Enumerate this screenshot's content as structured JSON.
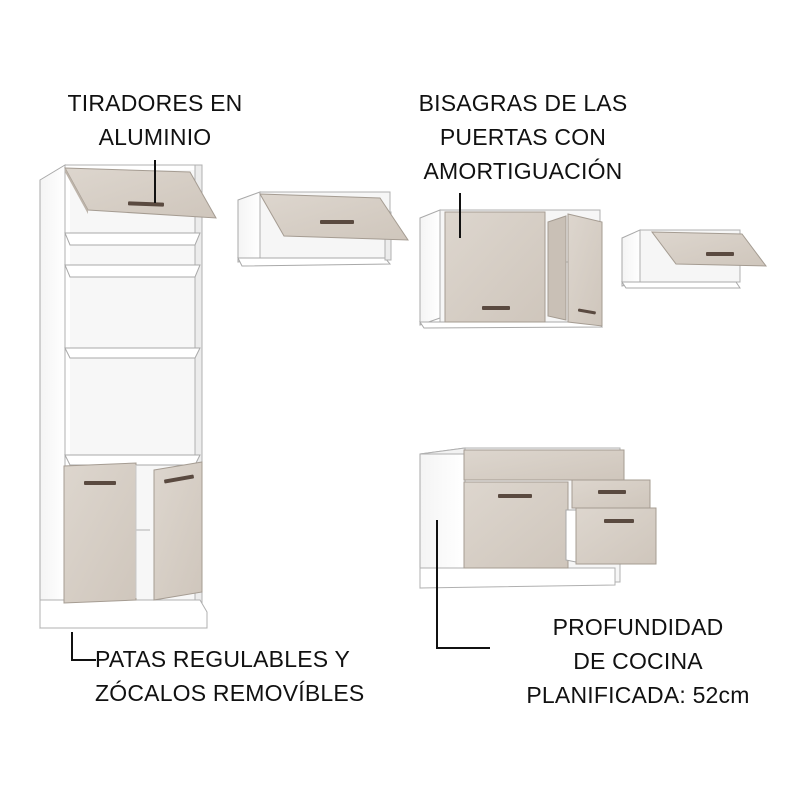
{
  "callouts": {
    "handles": {
      "line1": "TIRADORES EN",
      "line2": "ALUMINIO"
    },
    "hinges": {
      "line1": "BISAGRAS DE LAS",
      "line2": "PUERTAS CON",
      "line3": "AMORTIGUACIÓN"
    },
    "feet": {
      "line1": "PATAS REGULABLES Y",
      "line2": "ZÓCALOS REMOVÍBLES"
    },
    "depth": {
      "line1": "PROFUNDIDAD",
      "line2": "DE COCINA",
      "line3": "PLANIFICADA: 52cm"
    }
  },
  "colors": {
    "body": "#ffffff",
    "door": "#d6cec5",
    "door_edge": "#b9b0a6",
    "outline": "#9a9a9a",
    "handle": "#5a4a40"
  }
}
